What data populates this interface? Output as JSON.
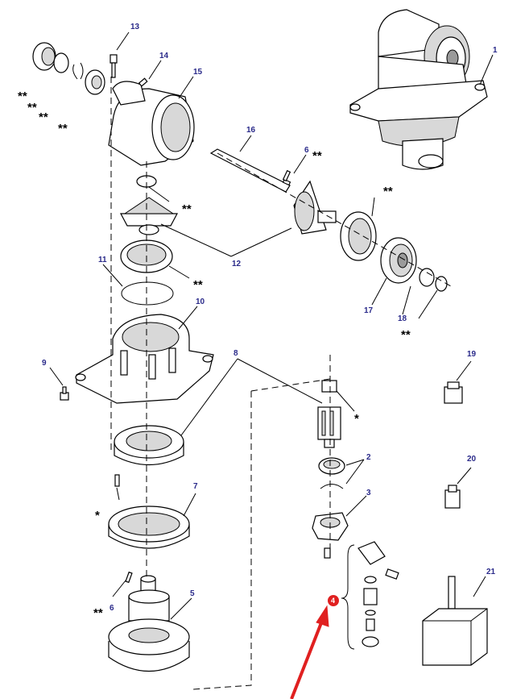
{
  "callouts": {
    "n1": "1",
    "n2": "2",
    "n3": "3",
    "n4": "4",
    "n5": "5",
    "n6a": "6",
    "n6b": "6",
    "n7": "7",
    "n8": "8",
    "n9": "9",
    "n10": "10",
    "n11": "11",
    "n12": "12",
    "n13": "13",
    "n14": "14",
    "n15": "15",
    "n16": "16",
    "n17": "17",
    "n18": "18",
    "n19": "19",
    "n20": "20",
    "n21": "21"
  },
  "marks": {
    "double": "**",
    "single": "*"
  },
  "colors": {
    "callout_text": "#2a2a8a",
    "highlight_badge": "#e02020",
    "pointer_arrow": "#e02020"
  }
}
